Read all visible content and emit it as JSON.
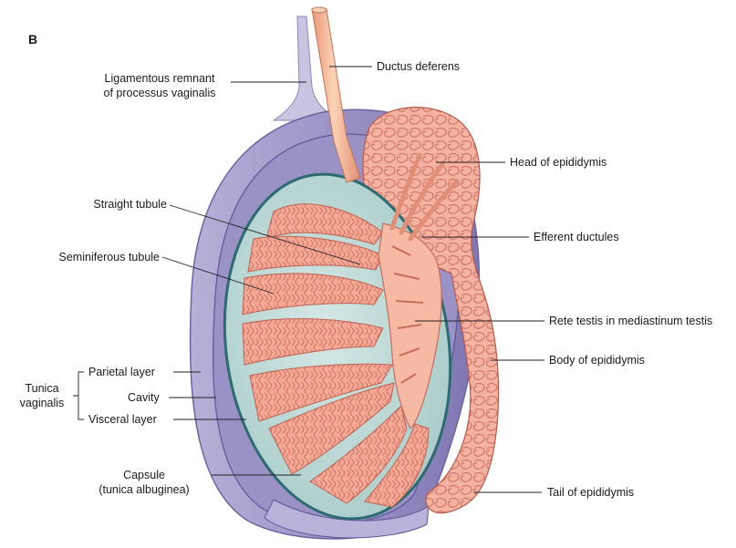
{
  "figure": {
    "panel_letter": "B",
    "labels": {
      "ligamentous_line1": "Ligamentous remnant",
      "ligamentous_line2": "of processus vaginalis",
      "ductus_deferens": "Ductus deferens",
      "head_of_epididymis": "Head of epididymis",
      "straight_tubule": "Straight tubule",
      "efferent_ductules": "Efferent ductules",
      "seminiferous_tubule": "Seminiferous tubule",
      "rete_testis": "Rete testis in mediastinum testis",
      "body_of_epididymis": "Body of epididymis",
      "tunica_line1": "Tunica",
      "tunica_line2": "vaginalis",
      "parietal_layer": "Parietal layer",
      "cavity": "Cavity",
      "visceral_layer": "Visceral layer",
      "capsule_line1": "Capsule",
      "capsule_line2": "(tunica albuginea)",
      "tail_of_epididymis": "Tail of epididymis"
    }
  },
  "colors": {
    "tunica_outer": "#a9a2cd",
    "tunica_cavity": "#8d84bd",
    "capsule_teal": "#8fb9bc",
    "tubule_fill": "#f2a694",
    "tubule_dark": "#d57868",
    "ductus": "#f6b99b"
  }
}
